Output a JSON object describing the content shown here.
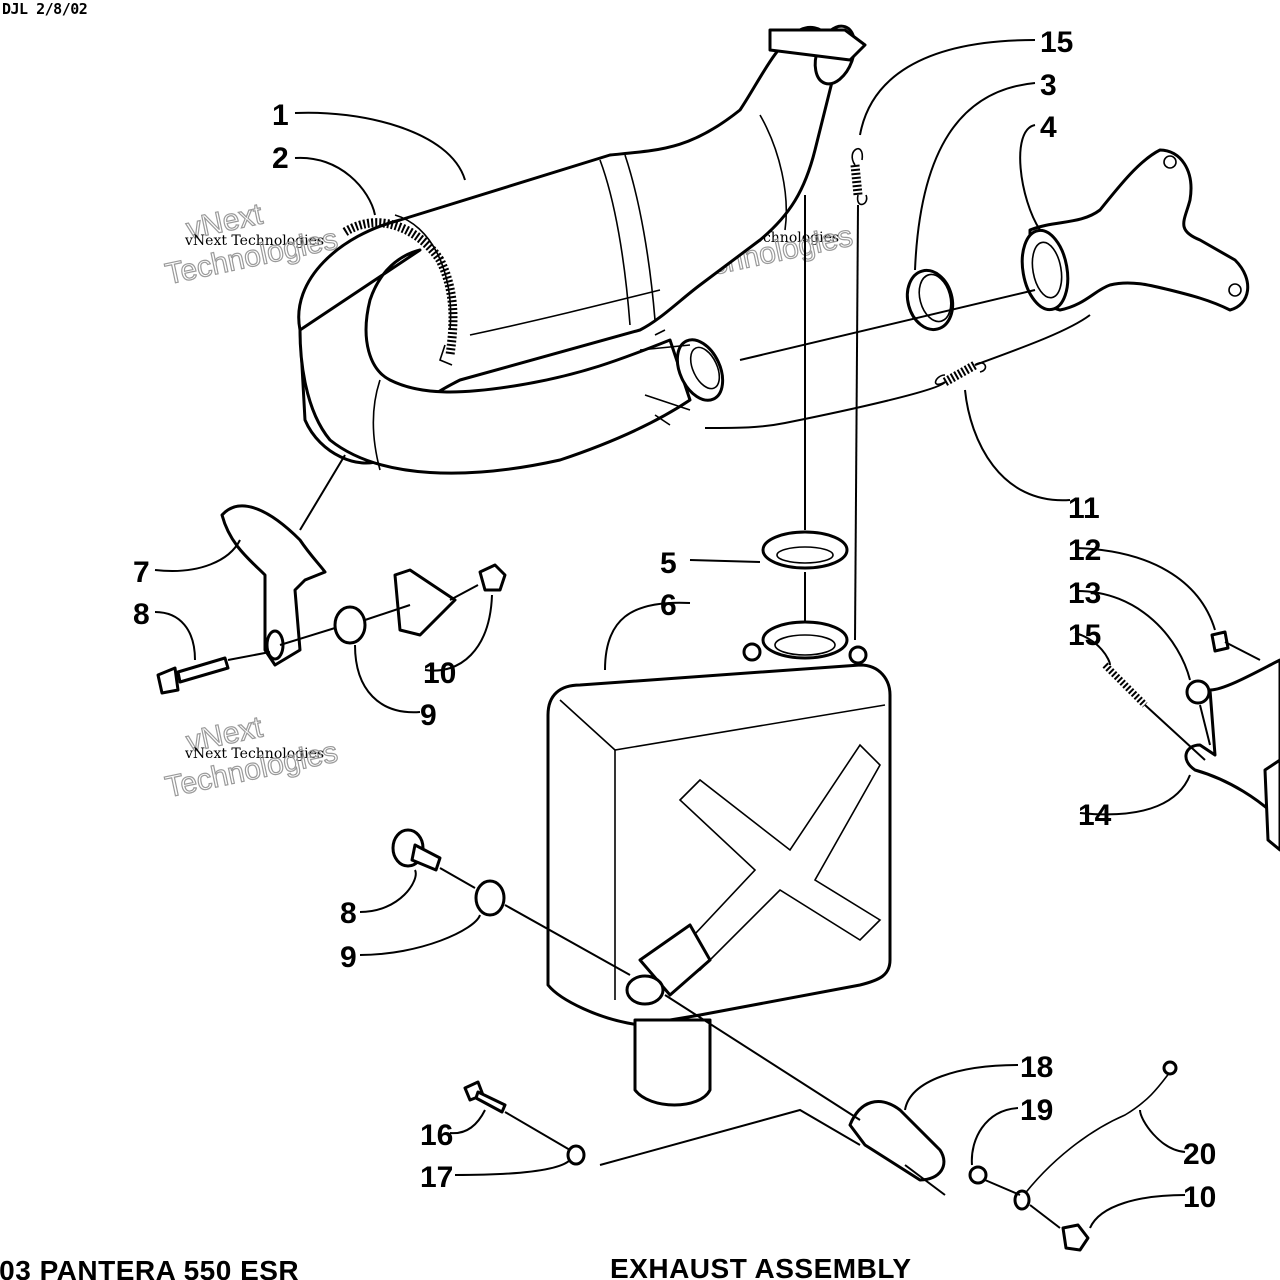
{
  "corner_note": "DJL 2/8/02",
  "footer": {
    "model": "'03 PANTERA 550 ESR",
    "assembly": "EXHAUST ASSEMBLY"
  },
  "callouts": [
    {
      "id": "c1",
      "text": "1"
    },
    {
      "id": "c2",
      "text": "2"
    },
    {
      "id": "c3",
      "text": "3"
    },
    {
      "id": "c4",
      "text": "4"
    },
    {
      "id": "c5",
      "text": "5"
    },
    {
      "id": "c6",
      "text": "6"
    },
    {
      "id": "c7",
      "text": "7"
    },
    {
      "id": "c8a",
      "text": "8"
    },
    {
      "id": "c8b",
      "text": "8"
    },
    {
      "id": "c9a",
      "text": "9"
    },
    {
      "id": "c9b",
      "text": "9"
    },
    {
      "id": "c10a",
      "text": "10"
    },
    {
      "id": "c10b",
      "text": "10"
    },
    {
      "id": "c11",
      "text": "11"
    },
    {
      "id": "c12",
      "text": "12"
    },
    {
      "id": "c13",
      "text": "13"
    },
    {
      "id": "c14",
      "text": "14"
    },
    {
      "id": "c15a",
      "text": "15"
    },
    {
      "id": "c15b",
      "text": "15"
    },
    {
      "id": "c16",
      "text": "16"
    },
    {
      "id": "c17",
      "text": "17"
    },
    {
      "id": "c18",
      "text": "18"
    },
    {
      "id": "c19",
      "text": "19"
    },
    {
      "id": "c20",
      "text": "20"
    }
  ],
  "watermark": {
    "brand": "vNext",
    "line1": "vNext Technologies",
    "line2": "Technologies"
  }
}
